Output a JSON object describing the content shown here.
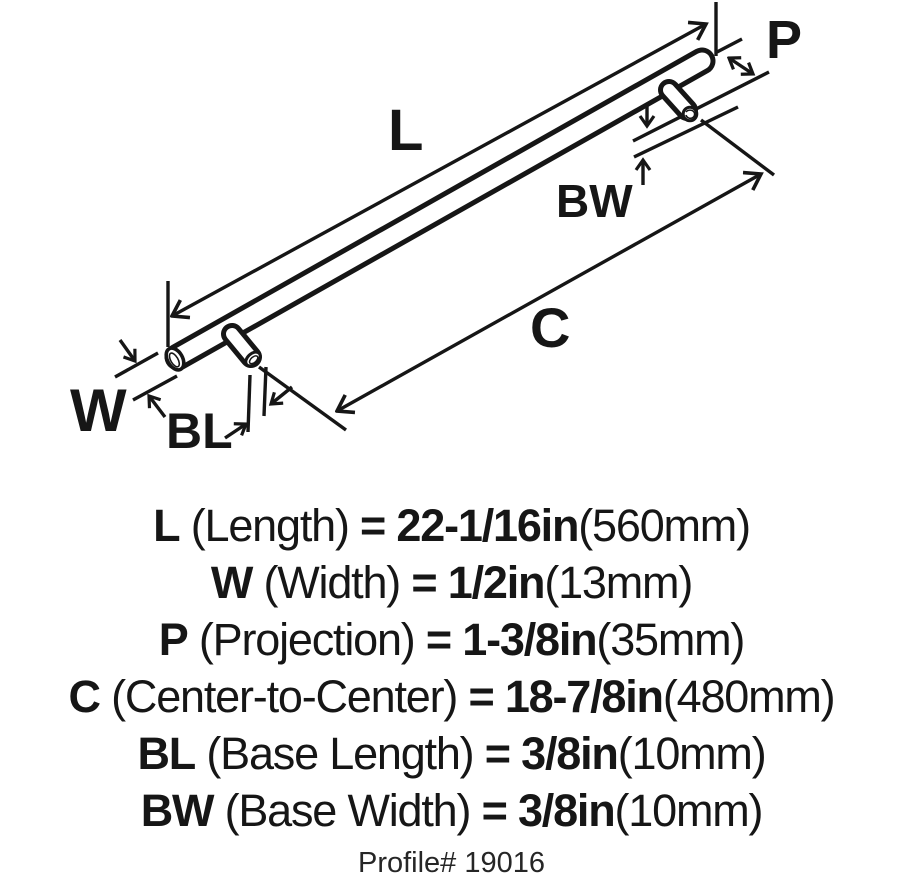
{
  "diagram": {
    "labels": {
      "length": "L",
      "width": "W",
      "projection": "P",
      "center_to_center": "C",
      "base_length": "BL",
      "base_width": "BW"
    }
  },
  "legend": {
    "rows": [
      {
        "sym": "L",
        "desc": " (Length) ",
        "eqval": "= 22-1/16in",
        "metric": "(560mm)"
      },
      {
        "sym": "W",
        "desc": " (Width) ",
        "eqval": "= 1/2in",
        "metric": "(13mm)"
      },
      {
        "sym": "P",
        "desc": " (Projection) ",
        "eqval": "= 1-3/8in",
        "metric": "(35mm)"
      },
      {
        "sym": "C",
        "desc": " (Center-to-Center) ",
        "eqval": "= 18-7/8in",
        "metric": "(480mm)"
      },
      {
        "sym": "BL",
        "desc": " (Base Length) ",
        "eqval": "= 3/8in",
        "metric": "(10mm)"
      },
      {
        "sym": "BW",
        "desc": " (Base Width) ",
        "eqval": "= 3/8in",
        "metric": "(10mm)"
      }
    ]
  },
  "footer": {
    "profile": "Profile# 19016"
  },
  "colors": {
    "ink": "#161616",
    "bg": "#ffffff"
  }
}
